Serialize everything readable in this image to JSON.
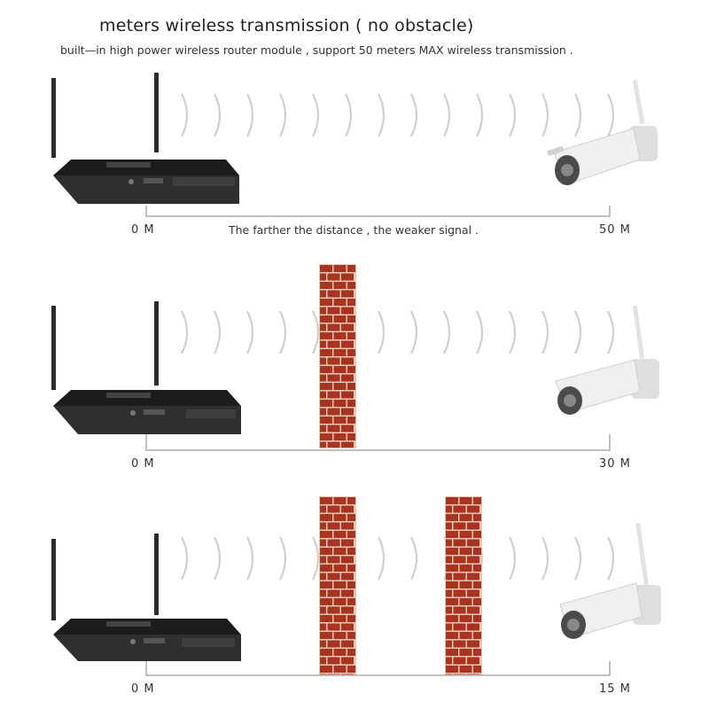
{
  "title": "meters wireless  transmission ( no obstacle)",
  "subtitle": "built—in high power wireless router module ,  support 50 meters MAX wireless transmission .",
  "scenarios": [
    {
      "start_label": "0 M",
      "end_label": "50 M",
      "note": "The farther the distance , the weaker signal .",
      "walls": 0
    },
    {
      "start_label": "0 M",
      "end_label": "30 M",
      "note": "",
      "walls": 1
    },
    {
      "start_label": "0 M",
      "end_label": "15 M",
      "note": "",
      "walls": 2
    }
  ],
  "colors": {
    "brick": "#a8331f",
    "mortar": "#e9c7b8",
    "router": "#2b2b2b",
    "arc": "#cfcfcf",
    "line": "#9a9a9a"
  }
}
